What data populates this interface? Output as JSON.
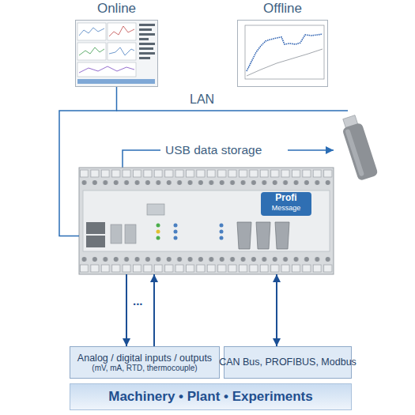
{
  "diagram": {
    "nodes": [
      {
        "text": [
          "Online"
        ]
      },
      {
        "text": [
          "Offline"
        ]
      },
      {
        "text": [
          "Profi",
          "Message"
        ]
      },
      {
        "text": [
          "Analog / digital inputs / outputs",
          "(mV, mA, RTD, thermocouple)"
        ]
      },
      {
        "text": [
          "CAN Bus, PROFIBUS, Modbus"
        ]
      },
      {
        "text": [
          "Machinery • Plant • Experiments"
        ]
      }
    ],
    "edges": [
      {
        "from": 0,
        "to": 2,
        "arrow": "none",
        "label": "LAN"
      },
      {
        "from": 2,
        "to": 3,
        "arrow": "to"
      },
      {
        "from": 3,
        "to": 2,
        "arrow": "to"
      },
      {
        "from": 2,
        "to": 4,
        "arrow": "both"
      }
    ],
    "labels": [
      "USB data storage",
      "..."
    ]
  }
}
